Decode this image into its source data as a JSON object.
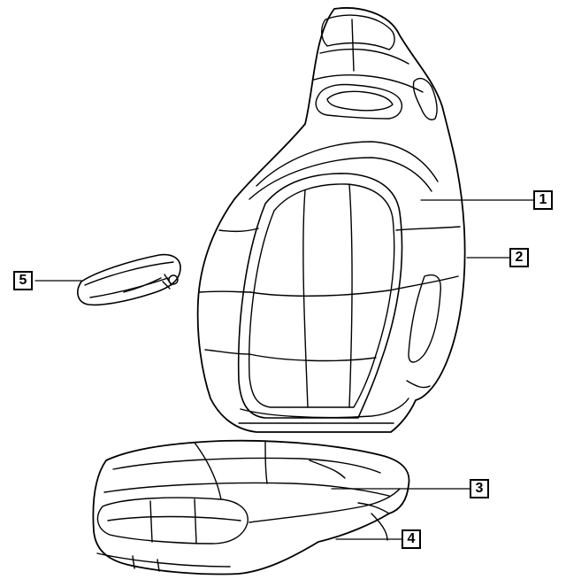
{
  "colors": {
    "stroke": "#000000",
    "background": "#ffffff",
    "fill": "#ffffff"
  },
  "callouts": [
    {
      "id": "1",
      "label": "1"
    },
    {
      "id": "2",
      "label": "2"
    },
    {
      "id": "3",
      "label": "3"
    },
    {
      "id": "4",
      "label": "4"
    },
    {
      "id": "5",
      "label": "5"
    }
  ],
  "parts": [
    {
      "name": "seat-back-cover",
      "callout": "1"
    },
    {
      "name": "seat-back-frame",
      "callout": "2"
    },
    {
      "name": "seat-cushion-cover",
      "callout": "3"
    },
    {
      "name": "seat-cushion-frame",
      "callout": "4"
    },
    {
      "name": "armrest",
      "callout": "5"
    }
  ]
}
